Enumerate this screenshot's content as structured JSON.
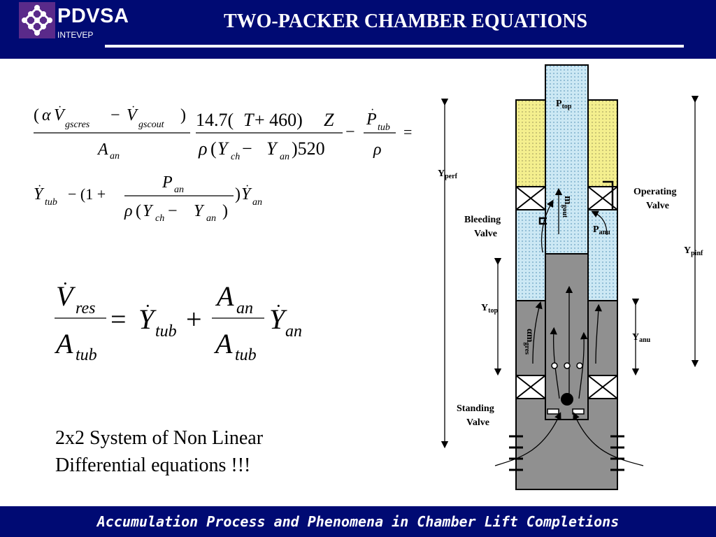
{
  "header": {
    "brand": "PDVSA",
    "brand_sub": "INTEVEP",
    "title": "TWO-PACKER CHAMBER EQUATIONS"
  },
  "footer": {
    "text": "Accumulation Process and Phenomena in Chamber Lift Completions"
  },
  "equations": {
    "eq1": {
      "open_paren": "(",
      "alpha": "α",
      "V": "V",
      "sub_gscres": "gscres",
      "minus": "−",
      "sub_gscout": "gscout",
      "close_paren": ")",
      "A": "A",
      "sub_an": "an",
      "coef_num": "14.7(",
      "T": "T",
      "plus_460": " + 460)",
      "Z": "Z",
      "rho": "ρ",
      "open2": "(",
      "Y": "Y",
      "sub_ch": "ch",
      "minus2": " − ",
      "close_520": ")520",
      "minus3": "−",
      "P": "P",
      "sub_tub": "tub",
      "equals": "="
    },
    "eq2": {
      "Y": "Y",
      "sub_tub": "tub",
      "mid": "− (1 +",
      "P": "P",
      "sub_an": "an",
      "rho": "ρ",
      "open": "(",
      "sub_ch": "ch",
      "minus": " − ",
      "close": ")",
      "tail_close": ")",
      "sub_an2": "an"
    },
    "eq3": {
      "V": "V",
      "sub_res": "res",
      "A": "A",
      "sub_tub": "tub",
      "equals": "=",
      "Y": "Y",
      "plus": "+",
      "sub_an": "an"
    }
  },
  "caption": {
    "line1": "2x2 System of Non Linear",
    "line2": "Differential equations !!!"
  },
  "diagram": {
    "labels": {
      "P_top": "P",
      "P_top_sub": "top",
      "Y_perf": "Y",
      "Y_perf_sub": "perf",
      "operating_valve_1": "Operating",
      "operating_valve_2": "Valve",
      "bleeding_valve_1": "Bleeding",
      "bleeding_valve_2": "Valve",
      "m_gout": "m",
      "m_gout_sub": "gout",
      "P_anu": "P",
      "P_anu_sub": "anu",
      "Y_pinf": "Y",
      "Y_pinf_sub": "pinf",
      "Y_top": "Y",
      "Y_top_sub": "top",
      "alpha_m_gres": "αm",
      "alpha_m_gres_sub": "gres",
      "Y_anu": "Y",
      "Y_anu_sub": "anu",
      "standing_valve_1": "Standing",
      "standing_valve_2": "Valve"
    },
    "colors": {
      "gas_blue": "#cce8f4",
      "liquid_gray": "#909090",
      "formation_yellow": "#f4ef8e",
      "header_navy": "#000a73"
    }
  }
}
